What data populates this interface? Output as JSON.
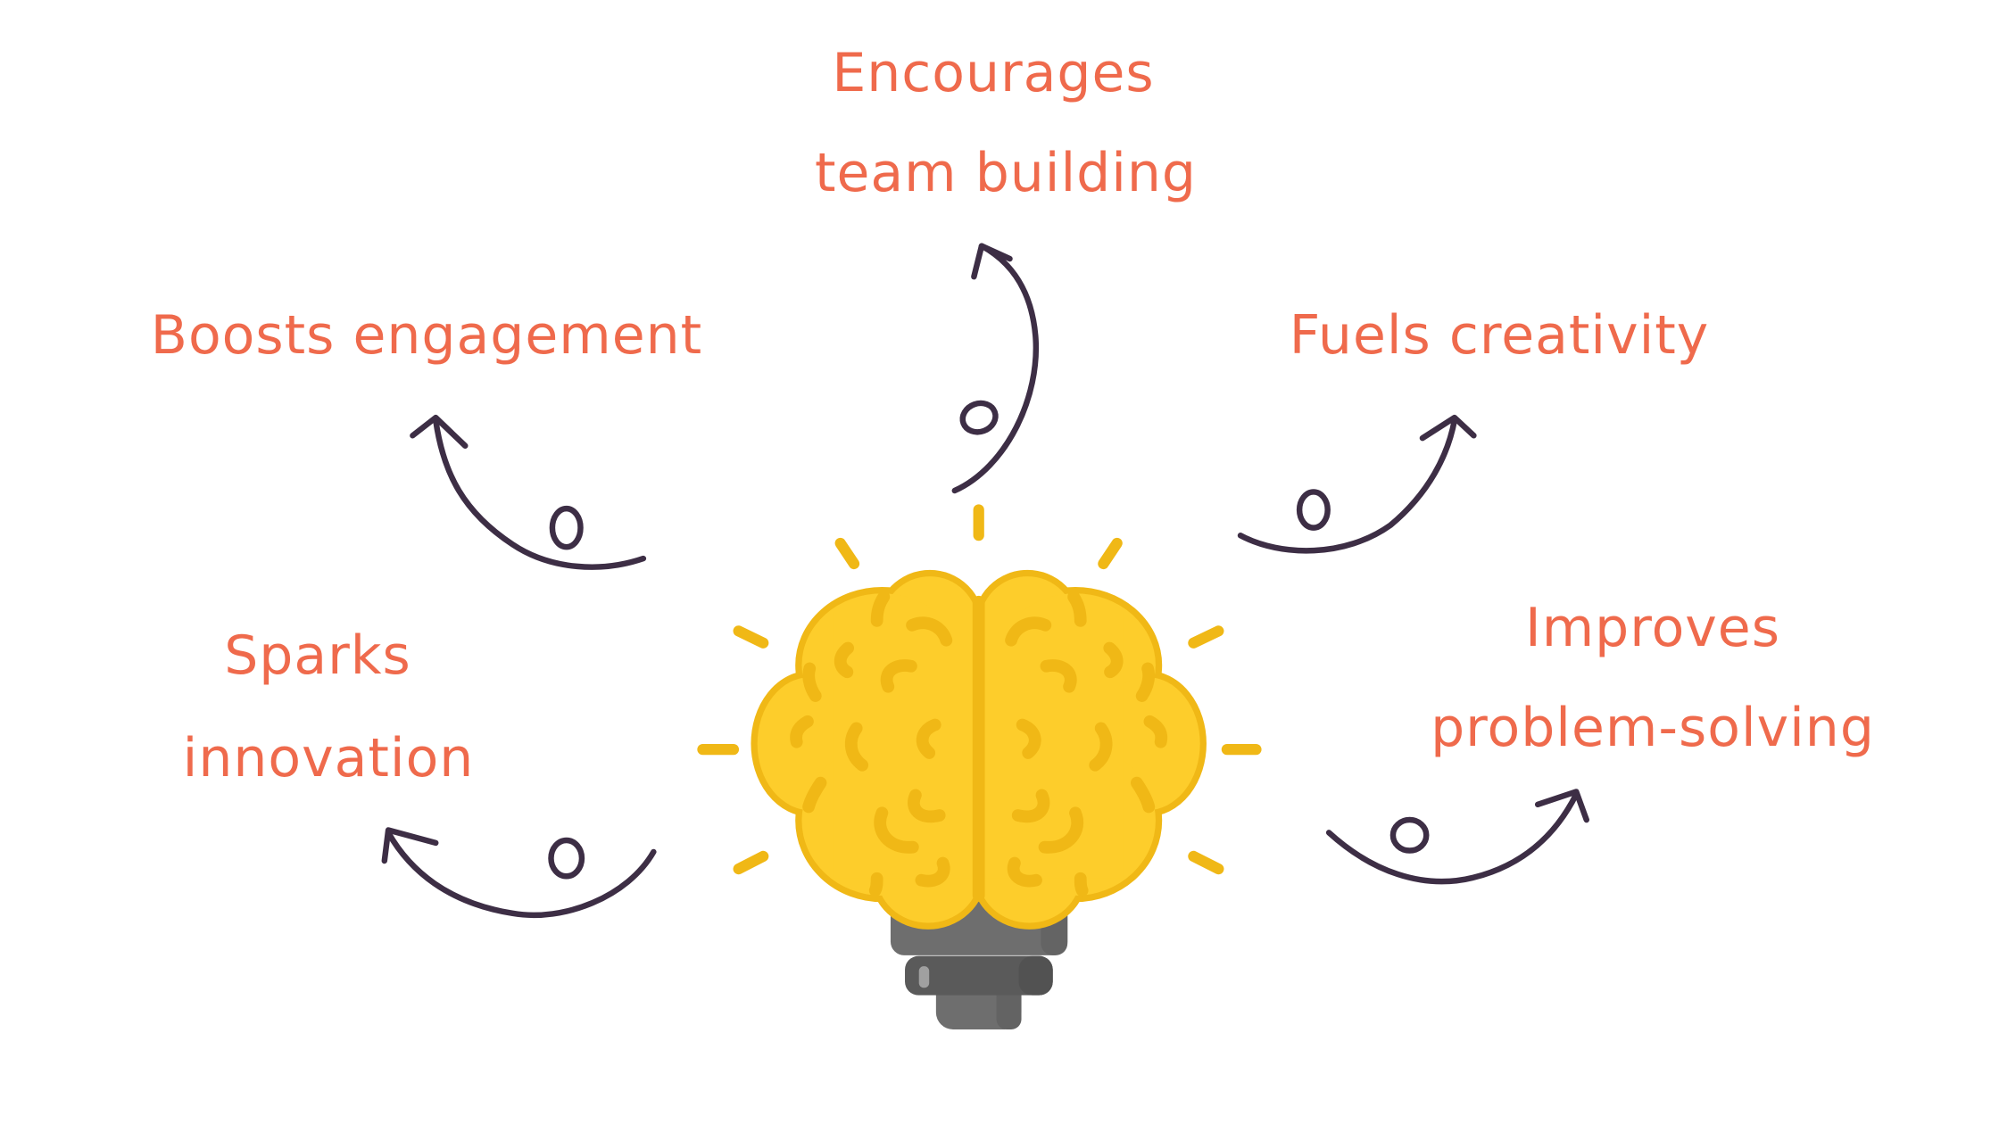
{
  "labels": {
    "top": [
      "Encourages",
      "team building"
    ],
    "upper_left": "Boosts engagement",
    "upper_right": "Fuels creativity",
    "lower_left": [
      "Sparks",
      "innovation"
    ],
    "lower_right": [
      "Improves",
      "problem-solving"
    ]
  },
  "colors": {
    "text": "#ef6a4c",
    "arrow": "#3d2e45",
    "brain_fill": "#fdcd2b",
    "brain_outline": "#f0b816",
    "bulb_base": "#6e6e6e",
    "bulb_ring": "#5a5a5a"
  }
}
